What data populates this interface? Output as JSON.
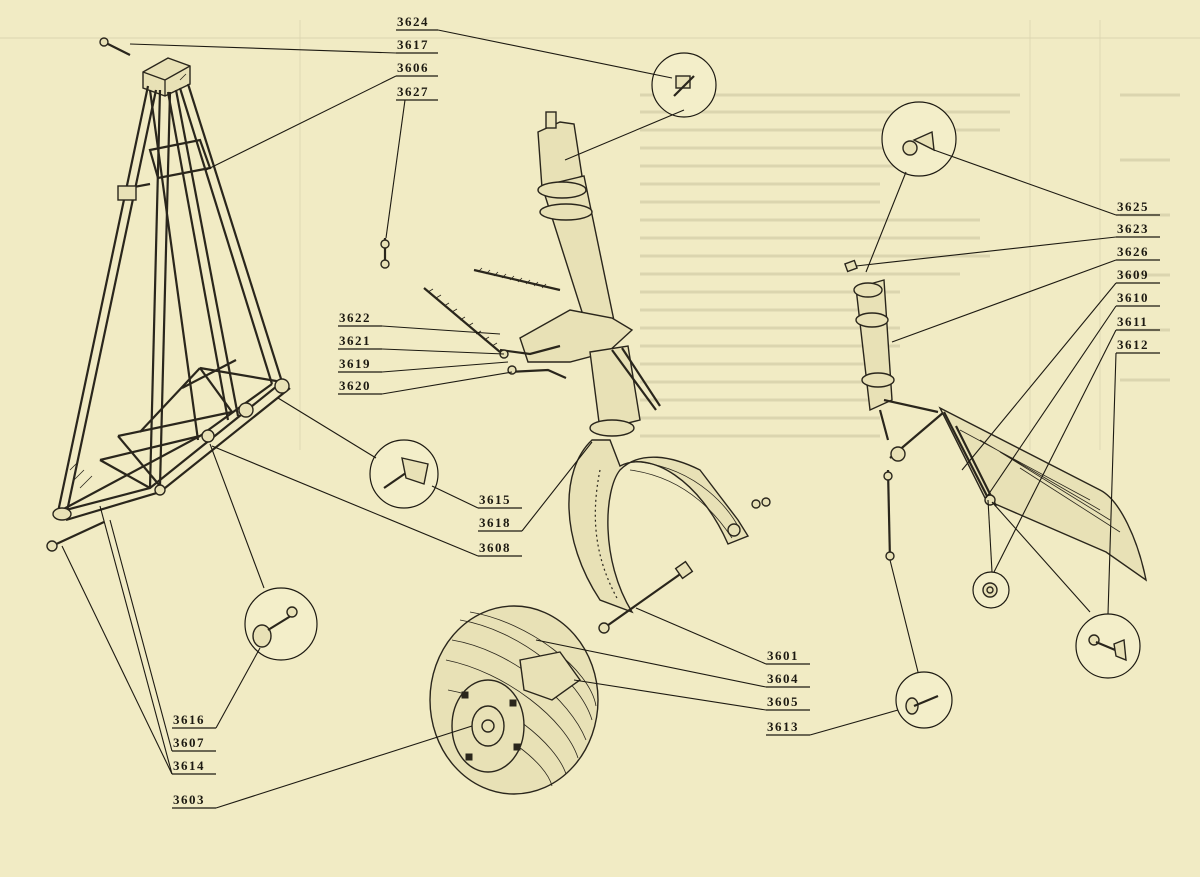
{
  "labels": {
    "l3624": "3624",
    "l3617": "3617",
    "l3606": "3606",
    "l3627": "3627",
    "l3625": "3625",
    "l3623": "3623",
    "l3626": "3626",
    "l3609": "3609",
    "l3610": "3610",
    "l3611": "3611",
    "l3612": "3612",
    "l3622": "3622",
    "l3621": "3621",
    "l3619": "3619",
    "l3620": "3620",
    "l3615": "3615",
    "l3618": "3618",
    "l3608": "3608",
    "l3601": "3601",
    "l3604": "3604",
    "l3605": "3605",
    "l3613": "3613",
    "l3616": "3616",
    "l3607": "3607",
    "l3614": "3614",
    "l3603": "3603"
  },
  "colors": {
    "paper": "#f1ebc4",
    "ink": "#1d1a12"
  }
}
